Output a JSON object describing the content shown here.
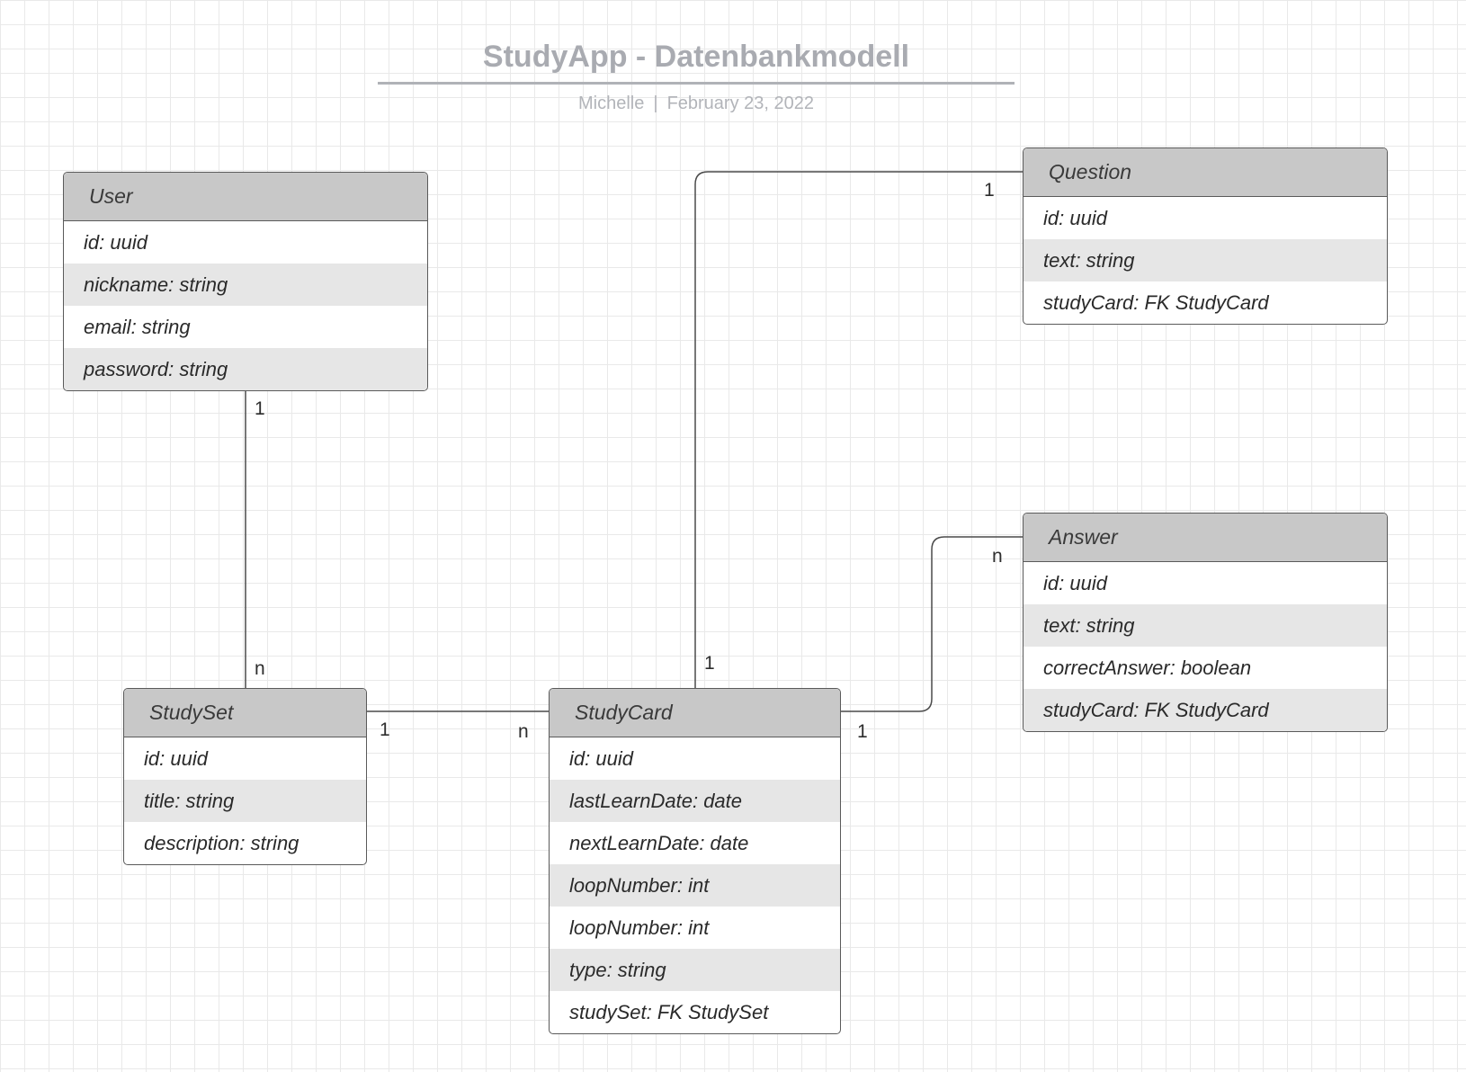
{
  "header": {
    "title": "StudyApp - Datenbankmodell",
    "author": "Michelle",
    "separator": "|",
    "date": "February 23, 2022"
  },
  "entities": {
    "user": {
      "name": "User",
      "fields": [
        "id: uuid",
        "nickname: string",
        "email: string",
        "password: string"
      ]
    },
    "question": {
      "name": "Question",
      "fields": [
        "id: uuid",
        "text: string",
        "studyCard: FK StudyCard"
      ]
    },
    "answer": {
      "name": "Answer",
      "fields": [
        "id: uuid",
        "text: string",
        "correctAnswer: boolean",
        "studyCard: FK StudyCard"
      ]
    },
    "studyset": {
      "name": "StudySet",
      "fields": [
        "id: uuid",
        "title: string",
        "description: string"
      ]
    },
    "studycard": {
      "name": "StudyCard",
      "fields": [
        "id: uuid",
        "lastLearnDate: date",
        "nextLearnDate: date",
        "loopNumber: int",
        "loopNumber: int",
        "type: string",
        "studySet: FK StudySet"
      ]
    }
  },
  "relations": {
    "user_studyset": {
      "from": "User",
      "to": "StudySet",
      "from_card": "1",
      "to_card": "n"
    },
    "studyset_studycard": {
      "from": "StudySet",
      "to": "StudyCard",
      "from_card": "1",
      "to_card": "n"
    },
    "studycard_question": {
      "from": "StudyCard",
      "to": "Question",
      "from_card": "1",
      "to_card": "1"
    },
    "studycard_answer": {
      "from": "StudyCard",
      "to": "Answer",
      "from_card": "1",
      "to_card": "n"
    }
  },
  "colors": {
    "header_fill": "#c8c8c8",
    "alt_row": "#e6e6e6",
    "border": "#5a5a5a",
    "title_text": "#a9abb1"
  }
}
